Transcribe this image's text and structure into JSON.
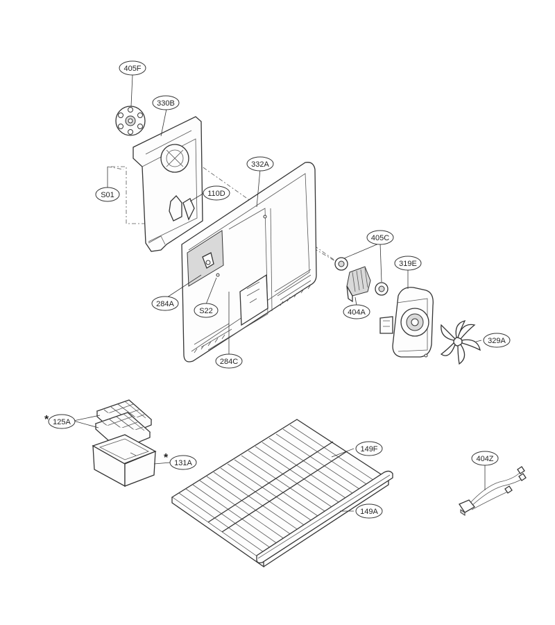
{
  "callouts": {
    "c405F": "405F",
    "c330B": "330B",
    "cS01": "S01",
    "c110D": "110D",
    "c332A": "332A",
    "c284A": "284A",
    "cS22": "S22",
    "c284C": "284C",
    "c405C": "405C",
    "c319E": "319E",
    "c404A": "404A",
    "c329A": "329A",
    "c125A": "125A",
    "c131A": "131A",
    "c149F": "149F",
    "c149A": "149A",
    "c404Z": "404Z"
  },
  "marks": {
    "asterisk": "*"
  }
}
